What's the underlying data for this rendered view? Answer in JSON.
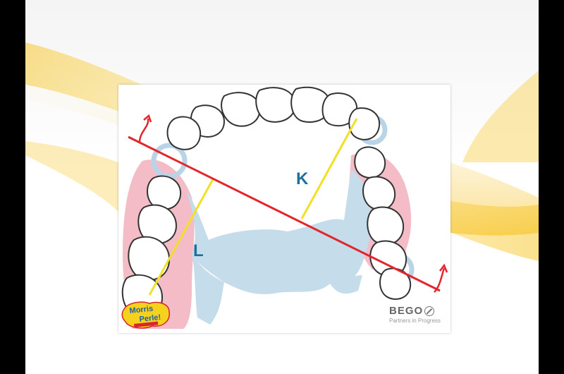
{
  "diagram": {
    "labels": {
      "k": "K",
      "l": "L"
    }
  },
  "branding": {
    "logo_text": "BEGO",
    "tagline": "Partners in Progress",
    "sticker_line1": "Morris",
    "sticker_line2": "Perle!"
  },
  "colors": {
    "line_red": "#e3262d",
    "line_yellow": "#f2e026",
    "saddle_pink": "#f3bcc6",
    "plate_blue": "#c5dcea",
    "label_blue": "#1f6e9c",
    "swoosh_yellow": "#f7c21b"
  }
}
